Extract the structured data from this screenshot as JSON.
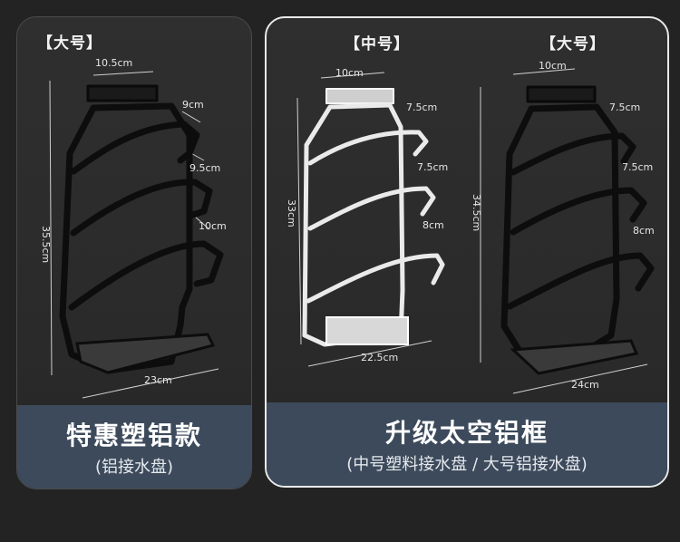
{
  "left_panel": {
    "tag": "【大号】",
    "dims": {
      "top_width": "10.5cm",
      "height": "35.5cm",
      "hook1": "9cm",
      "hook2": "9.5cm",
      "hook3": "10cm",
      "bottom": "23cm"
    },
    "title": "特惠塑铝款",
    "subtitle": "(铝接水盘)"
  },
  "right_panel": {
    "middle": {
      "tag": "【中号】",
      "dims": {
        "top_width": "10cm",
        "height": "33cm",
        "hook1": "7.5cm",
        "hook2": "7.5cm",
        "hook3": "8cm",
        "bottom": "22.5cm"
      }
    },
    "large": {
      "tag": "【大号】",
      "dims": {
        "top_width": "10cm",
        "height": "34.5cm",
        "hook1": "7.5cm",
        "hook2": "7.5cm",
        "hook3": "8cm",
        "bottom": "24cm"
      }
    },
    "title": "升级太空铝框",
    "subtitle": "(中号塑料接水盘 / 大号铝接水盘)"
  },
  "colors": {
    "background": "#232323",
    "footer": "#3c4a5b",
    "black_rack": "#111111",
    "silver_rack": "#e8e8e8"
  }
}
